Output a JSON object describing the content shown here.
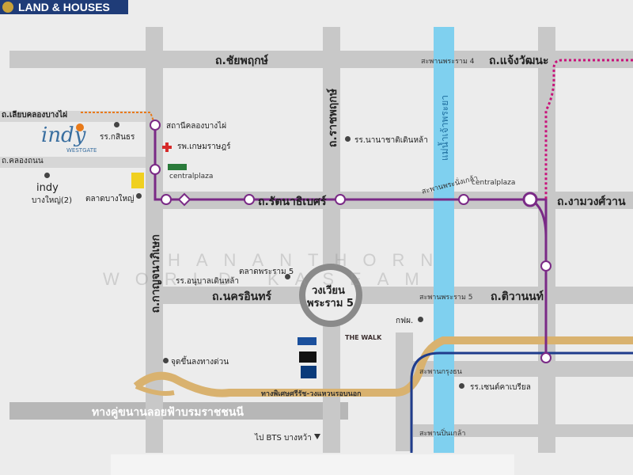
{
  "brand": {
    "name": "LAND & HOUSES"
  },
  "roads": {
    "chaiyaphruek": "ถ.ชัยพฤกษ์",
    "liab_khlong_bangphai": "ถ.เลียบคลองบางไผ่",
    "khlong_thanon": "ถ.คลองถนน",
    "ratchaphruek": "ถ.ราชพฤกษ์",
    "rattanathibet": "ถ.รัตนาธิเบศร์",
    "kanchanaphisek": "ถ.กาญจนาภิเษก",
    "nakhon_in": "ถ.นครอินทร์",
    "tiwanon": "ถ.ติวานนท์",
    "ngamwongwan": "ถ.งามวงศ์วาน",
    "chaengwattana": "ถ.แจ้งวัฒนะ",
    "parallel_rama": "ทางคู่ขนานลอยฟ้าบรมราชชนนี",
    "expressway": "ทางพิเศษศรีรัช-วงแหวนรอบนอก"
  },
  "bridges": {
    "rama4": "สะพานพระราม 4",
    "phra_nang_klao": "สะพานพระนั่งเกล้า",
    "rama5": "สะพานพระราม 5",
    "krung_thon": "สะพานกรุงธน",
    "pin_klao": "สะพานปิ่นเกล้า"
  },
  "river": "แม่น้ำเจ้าพระยา",
  "roundabout": {
    "line1": "วงเวียน",
    "line2": "พระราม 5"
  },
  "places": {
    "station_khlong_bangphai": "สถานีคลองบางไผ่",
    "hospital": "รพ.เกษมราษฎร์",
    "central_plaza": "centralplaza",
    "talad_bangyai": "ตลาดบางใหญ่",
    "school_kasinthon": "รร.กสินธร",
    "school_nanachat": "รร.นานาชาติเดินหล้า",
    "school_anuban": "รร.อนุบาลเดินหล้า",
    "talad_rama5": "ตลาดพระราม 5",
    "egat": "กฟผ.",
    "school_st_gabriel": "รร.เซนต์คาเบรียล",
    "jud_khuen": "จุดขึ้นลงทางด่วน",
    "bts": "ไป BTS บางหว้า",
    "indy_label": "indy",
    "indy_sub": "บางใหญ่(2)",
    "indy_logo": "indy",
    "indy_logo_sub": "WESTGATE",
    "thewalk": "THE WALK",
    "central_plaza2": "centralplaza"
  },
  "watermark": {
    "line1": "HANANTHORN",
    "line2": "WORLD KASEAM"
  },
  "colors": {
    "road": "#c8c8c8",
    "river": "#7fd0ef",
    "mrt_purple": "#7a2a86",
    "expressway": "#d9b26f",
    "blue_line": "#1f3c8c",
    "orange_line": "#e87a1a",
    "dotted_pink": "#c8127a"
  }
}
